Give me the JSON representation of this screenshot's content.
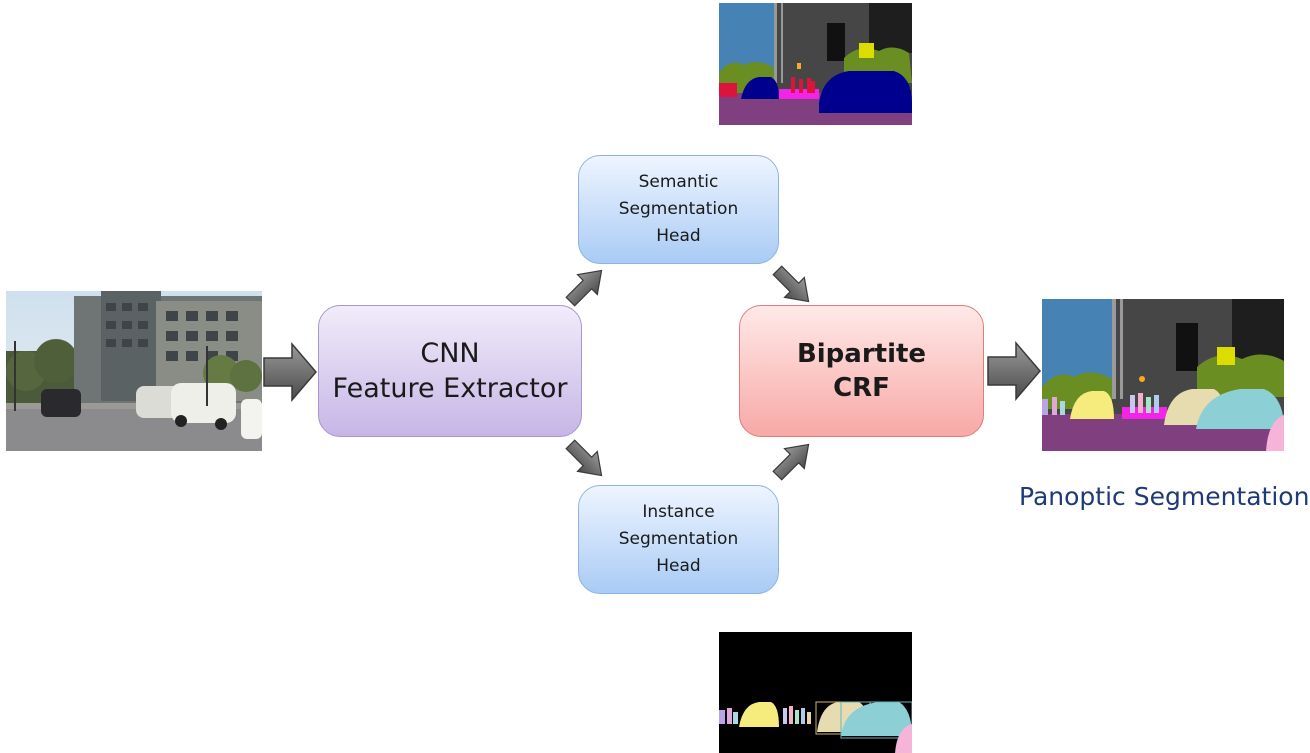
{
  "nodes": {
    "cnn": {
      "line1": "CNN",
      "line2": "Feature Extractor"
    },
    "semantic_head": {
      "line1": "Semantic",
      "line2": "Segmentation",
      "line3": "Head"
    },
    "instance_head": {
      "line1": "Instance",
      "line2": "Segmentation",
      "line3": "Head"
    },
    "crf": {
      "line1": "Bipartite",
      "line2": "CRF"
    }
  },
  "output_caption": "Panoptic Segmentation",
  "colors": {
    "caption": "#1f3a78",
    "arrow_fill": "#6e6e6e",
    "sky": "#4682b4",
    "building": "#464646",
    "road": "#80407f",
    "vegetation": "#6b8e23",
    "car": "#00008e",
    "person": "#dc143c",
    "sidewalk": "#f423e8",
    "sign": "#dcdc00"
  }
}
